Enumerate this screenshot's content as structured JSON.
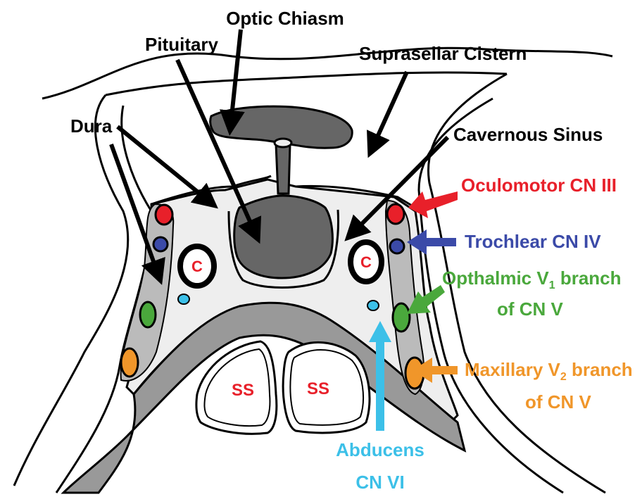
{
  "labels": {
    "optic_chiasm": "Optic Chiasm",
    "pituitary": "Pituitary",
    "suprasellar_cistern": "Suprasellar Cistern",
    "dura": "Dura",
    "cavernous_sinus": "Cavernous Sinus",
    "oculomotor": "Oculomotor CN III",
    "trochlear": "Trochlear CN IV",
    "ophthalmic_line1_prefix": "Opthalmic V",
    "ophthalmic_line1_sub": "1",
    "ophthalmic_line1_suffix": " branch",
    "ophthalmic_line2": "of CN V",
    "maxillary_line1_prefix": "Maxillary V",
    "maxillary_line1_sub": "2",
    "maxillary_line1_suffix": " branch",
    "maxillary_line2": "of CN V",
    "abducens_line1": "Abducens",
    "abducens_line2": "CN VI",
    "carotid_left": "C",
    "carotid_right": "C",
    "sphenoid_left": "SS",
    "sphenoid_right": "SS"
  },
  "colors": {
    "oculomotor": "#e8202a",
    "trochlear": "#3b4aa8",
    "ophthalmic": "#4aa83c",
    "maxillary": "#f0962a",
    "abducens": "#3cc0e8",
    "sphenoid_text": "#e8202a",
    "gray_fill": "#999999",
    "light_fill": "#eeeeee",
    "dark_fill": "#666666"
  }
}
